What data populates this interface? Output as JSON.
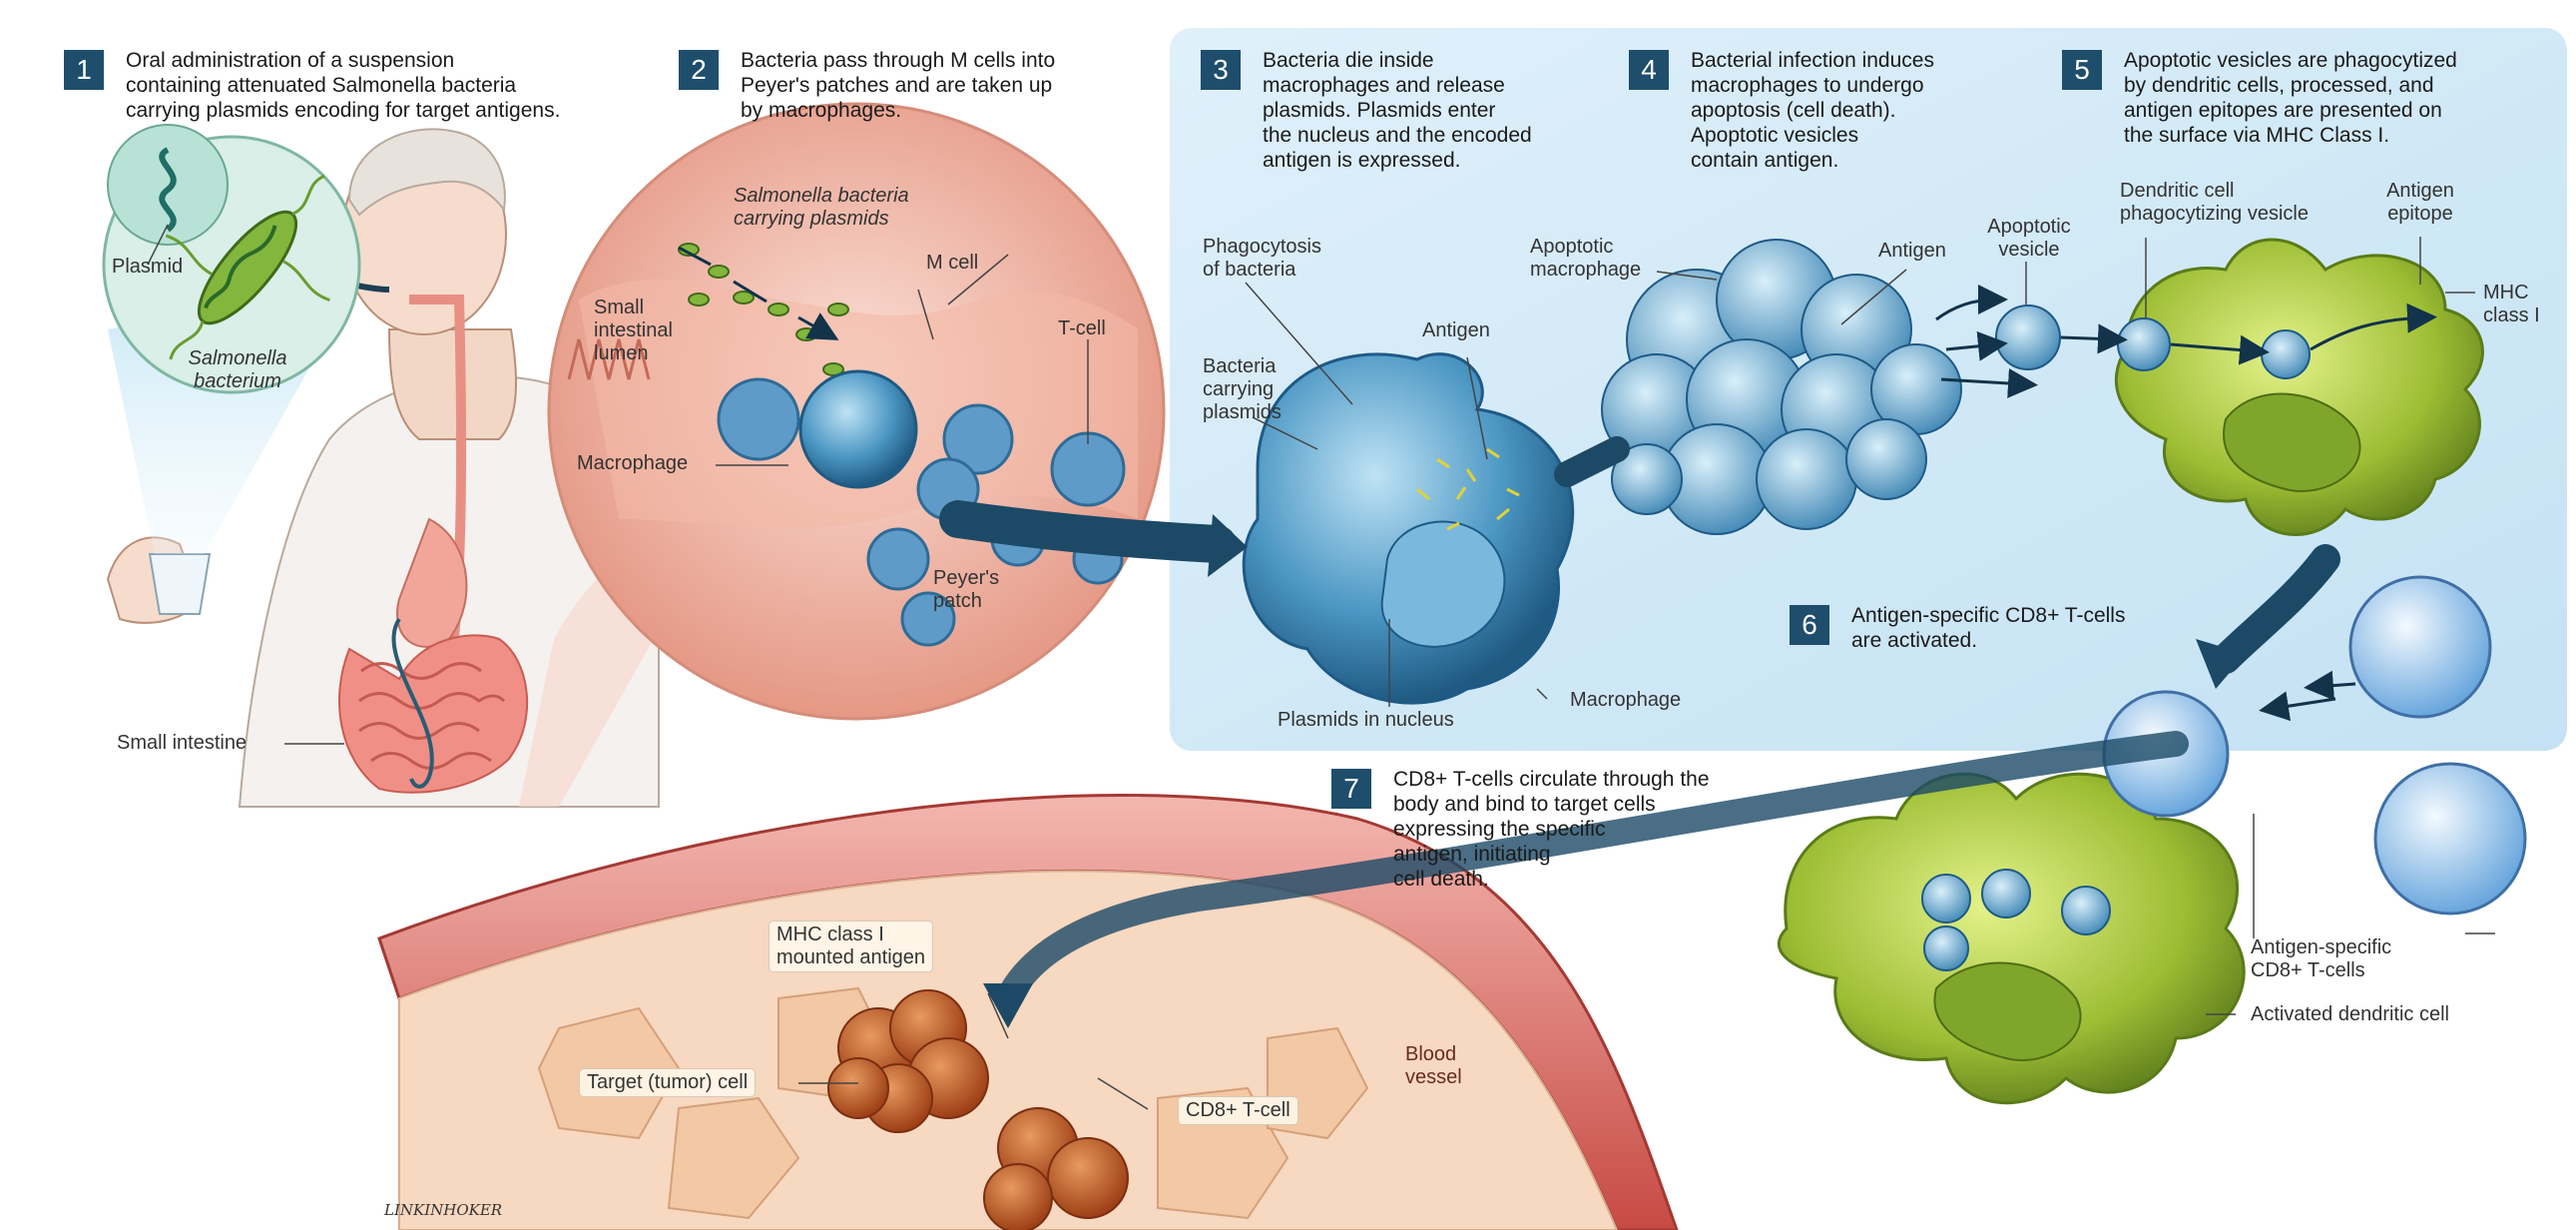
{
  "steps": [
    {
      "num": "1",
      "text": "Oral administration of a suspension\ncontaining attenuated Salmonella bacteria\ncarrying plasmids encoding for target antigens."
    },
    {
      "num": "2",
      "text": "Bacteria pass through M cells into\nPeyer's patches and are taken up\nby macrophages."
    },
    {
      "num": "3",
      "text": "Bacteria die inside\nmacrophages and release\nplasmids. Plasmids enter\nthe nucleus and the encoded\nantigen is expressed."
    },
    {
      "num": "4",
      "text": "Bacterial infection induces\nmacrophages to undergo\napoptosis (cell death).\nApoptotic vesicles\ncontain antigen."
    },
    {
      "num": "5",
      "text": "Apoptotic vesicles are phagocytized\nby dendritic cells, processed, and\nantigen epitopes are presented on\nthe surface via MHC Class I."
    },
    {
      "num": "6",
      "text": "Antigen-specific CD8+ T-cells\nare activated."
    },
    {
      "num": "7",
      "text": "CD8+ T-cells circulate through the\nbody and bind to target cells\nexpressing the specific\nantigen, initiating\ncell death."
    }
  ],
  "labels": {
    "plasmid": "Plasmid",
    "salmonella_bacterium": "Salmonella\nbacterium",
    "small_intestine": "Small intestine",
    "salmonella_plasmids": "Salmonella bacteria\ncarrying plasmids",
    "m_cell": "M cell",
    "small_intestinal_lumen": "Small\nintestinal\nlumen",
    "t_cell": "T-cell",
    "macrophage_step2": "Macrophage",
    "peyers_patch": "Peyer's\npatch",
    "phagocytosis": "Phagocytosis\nof bacteria",
    "antigen_step3": "Antigen",
    "bacteria_carrying": "Bacteria\ncarrying\nplasmids",
    "plasmids_in_nucleus": "Plasmids in nucleus",
    "macrophage_step3": "Macrophage",
    "apoptotic_macrophage": "Apoptotic\nmacrophage",
    "antigen_step4": "Antigen",
    "apoptotic_vesicle": "Apoptotic\nvesicle",
    "dendritic_vesicle": "Dendritic cell\nphagocytizing vesicle",
    "antigen_epitope": "Antigen\nepitope",
    "mhc_class_i": "MHC\nclass I",
    "antigen_specific_tcells": "Antigen-specific\nCD8+ T-cells",
    "activated_dendritic": "Activated dendritic cell",
    "mhc_mounted": "MHC class I\nmounted antigen",
    "target_cell": "Target (tumor) cell",
    "cd8_tcell": "CD8+ T-cell",
    "blood_vessel": "Blood\nvessel"
  },
  "signature": "LINKINHOKER",
  "colors": {
    "number_box": "#1e4e6c",
    "panel_blue": "#d5ebf7",
    "arrow": "#1c4a66",
    "dendritic_green": "#a9c843",
    "macrophage_blue": "#4e9cc6",
    "tissue_pink": "#f2c3b6",
    "tumor_orange": "#c3622c"
  },
  "icons": [
    "person-illustration",
    "bacterium-icon",
    "plasmid-icon",
    "cup-icon",
    "macrophage-cell",
    "dendritic-cell",
    "t-cell",
    "tumor-cell",
    "blood-vessel",
    "flow-arrow"
  ]
}
